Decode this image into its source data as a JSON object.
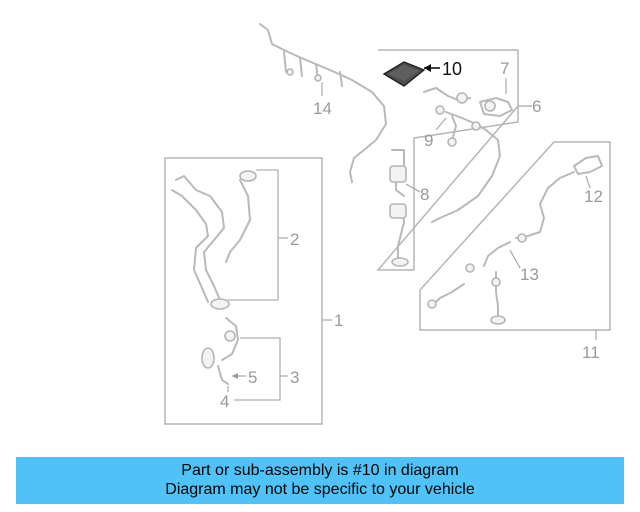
{
  "callouts": {
    "c1": "1",
    "c2": "2",
    "c3": "3",
    "c4": "4",
    "c5": "5",
    "c6": "6",
    "c7": "7",
    "c8": "8",
    "c9": "9",
    "c10": "10",
    "c11": "11",
    "c12": "12",
    "c13": "13",
    "c14": "14"
  },
  "highlighted_part": "10",
  "banner": {
    "line1": "Part or sub-assembly is #10 in diagram",
    "line2": "Diagram may not be specific to your vehicle",
    "background_color": "#4fc3f7"
  }
}
